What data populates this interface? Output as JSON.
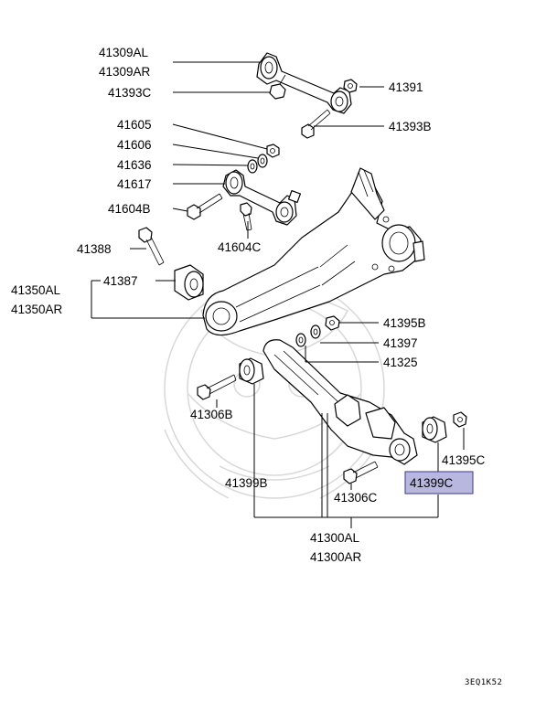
{
  "labels": {
    "p41309al": "41309AL",
    "p41309ar": "41309AR",
    "p41393c": "41393C",
    "p41391": "41391",
    "p41393b": "41393B",
    "p41605": "41605",
    "p41606": "41606",
    "p41636": "41636",
    "p41617": "41617",
    "p41604b": "41604B",
    "p41604c": "41604C",
    "p41388": "41388",
    "p41387": "41387",
    "p41350al": "41350AL",
    "p41350ar": "41350AR",
    "p41395b": "41395B",
    "p41397": "41397",
    "p41325": "41325",
    "p41306b": "41306B",
    "p41395c": "41395C",
    "p41399b": "41399B",
    "p41399c": "41399C",
    "p41306c": "41306C",
    "p41300al": "41300AL",
    "p41300ar": "41300AR"
  },
  "diagram_code": "3EQ1K52",
  "highlighted_part": "41399C",
  "colors": {
    "highlight_fill": "#b7b7e0",
    "highlight_border": "#3a3a8a",
    "line": "#000000"
  }
}
